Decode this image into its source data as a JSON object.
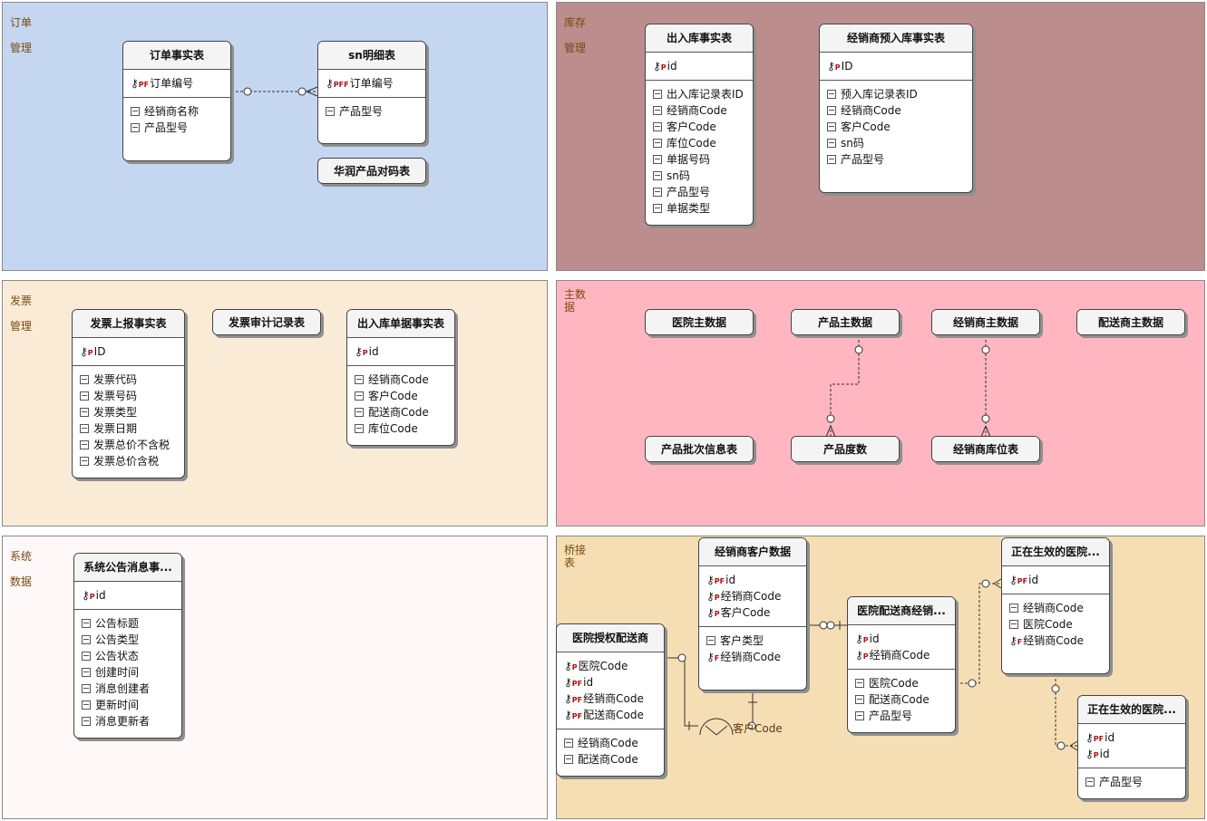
{
  "regions": {
    "order": {
      "label1": "订单",
      "label2": "管理",
      "bg": "#c5d6f0"
    },
    "inventory": {
      "label1": "库存",
      "label2": "管理",
      "bg": "#bb8d8d"
    },
    "invoice": {
      "label1": "发票",
      "label2": "管理",
      "bg": "#faebd7"
    },
    "master": {
      "label1": "主数",
      "label2": "据",
      "bg": "#ffb6c1"
    },
    "system": {
      "label1": "系统",
      "label2": "数据",
      "bg": "#fff8f8"
    },
    "bridge": {
      "label1": "桥接",
      "label2": "表",
      "bg": "#f5deb3"
    }
  },
  "entities": {
    "order_fact": {
      "title": "订单事实表",
      "pk": [
        {
          "key": "PF",
          "name": "订单编号"
        }
      ],
      "attrs": [
        "经销商名称",
        "产品型号"
      ]
    },
    "sn_detail": {
      "title": "sn明细表",
      "pk": [
        {
          "key": "PFF",
          "name": "订单编号"
        }
      ],
      "attrs": [
        "产品型号"
      ]
    },
    "huarun": {
      "title": "华润产品对码表"
    },
    "inout_fact": {
      "title": "出入库事实表",
      "pk": [
        {
          "key": "P",
          "name": "id"
        }
      ],
      "attrs": [
        "出入库记录表ID",
        "经销商Code",
        "客户Code",
        "库位Code",
        "单据号码",
        "sn码",
        "产品型号",
        "单据类型"
      ]
    },
    "dealer_pre": {
      "title": "经销商预入库事实表",
      "pk": [
        {
          "key": "P",
          "name": "ID"
        }
      ],
      "attrs": [
        "预入库记录表ID",
        "经销商Code",
        "客户Code",
        "sn码",
        "产品型号"
      ]
    },
    "invoice_fact": {
      "title": "发票上报事实表",
      "pk": [
        {
          "key": "P",
          "name": "ID"
        }
      ],
      "attrs": [
        "发票代码",
        "发票号码",
        "发票类型",
        "发票日期",
        "发票总价不含税",
        "发票总价含税"
      ]
    },
    "invoice_audit": {
      "title": "发票审计记录表"
    },
    "inout_doc": {
      "title": "出入库单据事实表",
      "pk": [
        {
          "key": "P",
          "name": "id"
        }
      ],
      "attrs": [
        "经销商Code",
        "客户Code",
        "配送商Code",
        "库位Code"
      ]
    },
    "hospital": {
      "title": "医院主数据"
    },
    "product": {
      "title": "产品主数据"
    },
    "dealer": {
      "title": "经销商主数据"
    },
    "distributor": {
      "title": "配送商主数据"
    },
    "batch": {
      "title": "产品批次信息表"
    },
    "product_deg": {
      "title": "产品度数"
    },
    "dealer_loc": {
      "title": "经销商库位表"
    },
    "notice": {
      "title": "系统公告消息事...",
      "pk": [
        {
          "key": "P",
          "name": "id"
        }
      ],
      "attrs": [
        "公告标题",
        "公告类型",
        "公告状态",
        "创建时间",
        "消息创建者",
        "更新时间",
        "消息更新者"
      ]
    },
    "hosp_auth": {
      "title": "医院授权配送商",
      "pk": [
        {
          "key": "P",
          "name": "医院Code"
        },
        {
          "key": "PF",
          "name": "id"
        },
        {
          "key": "PF",
          "name": "经销商Code"
        },
        {
          "key": "PF",
          "name": "配送商Code"
        }
      ],
      "attrs": [
        "经销商Code",
        "配送商Code"
      ]
    },
    "dealer_cust": {
      "title": "经销商客户数据",
      "pk": [
        {
          "key": "PF",
          "name": "id"
        },
        {
          "key": "P",
          "name": "经销商Code"
        },
        {
          "key": "P",
          "name": "客户Code"
        }
      ],
      "attrs": [
        "客户类型"
      ],
      "fk_attrs": [
        {
          "key": "F",
          "name": "经销商Code"
        }
      ]
    },
    "hosp_dist": {
      "title": "医院配送商经销...",
      "pk": [
        {
          "key": "P",
          "name": "id"
        },
        {
          "key": "P",
          "name": "经销商Code"
        }
      ],
      "attrs": [
        "医院Code",
        "配送商Code",
        "产品型号"
      ]
    },
    "active1": {
      "title": "正在生效的医院...",
      "pk": [
        {
          "key": "PF",
          "name": "id"
        }
      ],
      "attrs": [
        "经销商Code",
        "医院Code"
      ],
      "fk_attrs": [
        {
          "key": "F",
          "name": "经销商Code"
        }
      ]
    },
    "active2": {
      "title": "正在生效的医院...",
      "pk": [
        {
          "key": "PF",
          "name": "id"
        },
        {
          "key": "P",
          "name": "id"
        }
      ],
      "attrs": [
        "产品型号"
      ]
    }
  },
  "free_labels": {
    "cust_code": "客户Code"
  }
}
